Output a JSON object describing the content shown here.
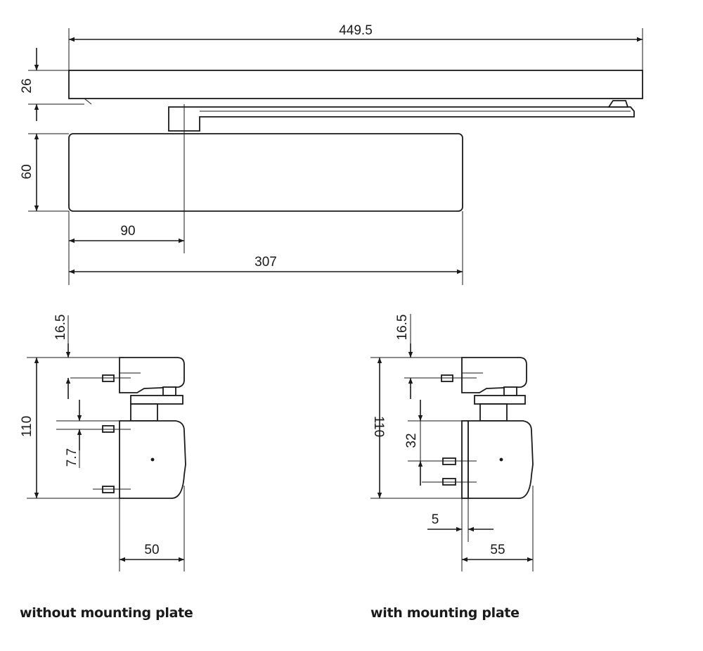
{
  "dimensions": {
    "top_length": "449.5",
    "rail_height": "26",
    "body_height": "60",
    "arm_offset": "90",
    "body_length": "307",
    "left_offset": "16.5",
    "left_height": "110",
    "left_hole": "7.7",
    "left_depth": "50",
    "right_offset": "16.5",
    "right_height": "110",
    "right_spacing": "32",
    "plate_thickness": "5",
    "right_depth": "55"
  },
  "captions": {
    "left": "without mounting plate",
    "right": "with mounting plate"
  },
  "colors": {
    "line": "#1a1a1a",
    "background": "#ffffff"
  }
}
